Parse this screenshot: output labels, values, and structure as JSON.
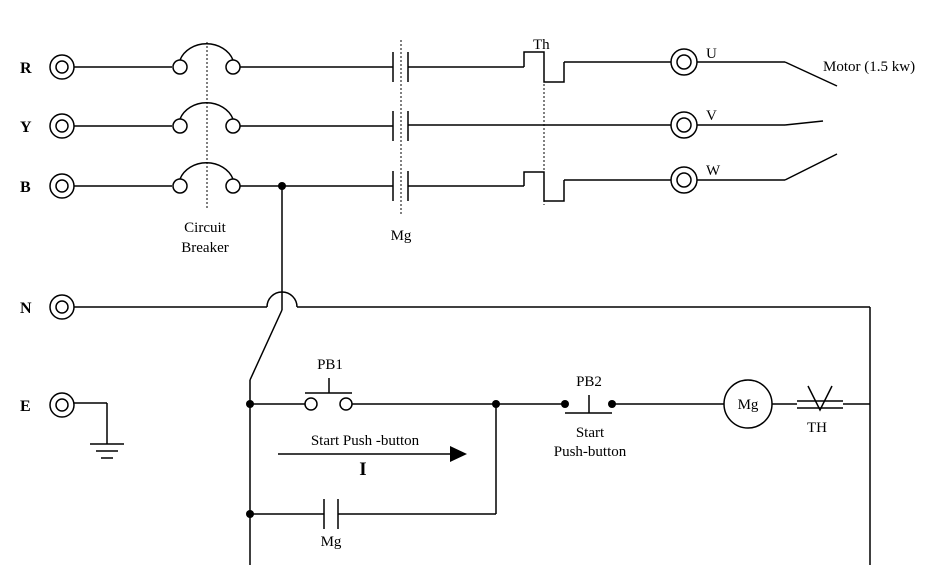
{
  "terminals": {
    "r": "R",
    "y": "Y",
    "b": "B",
    "n": "N",
    "e": "E"
  },
  "breaker": {
    "line1": "Circuit",
    "line2": "Breaker"
  },
  "contactor": {
    "main_label": "Mg",
    "holding_label": "Mg",
    "coil_label": "Mg"
  },
  "thermal": {
    "power_label": "Th",
    "control_label": "TH"
  },
  "motor": {
    "label": "Motor (1.5 kw)",
    "u": "U",
    "v": "V",
    "w": "W"
  },
  "pb1": {
    "label": "PB1",
    "caption": "Start Push -button",
    "numeral": "I"
  },
  "pb2": {
    "label": "PB2",
    "caption1": "Start",
    "caption2": "Push-button"
  }
}
